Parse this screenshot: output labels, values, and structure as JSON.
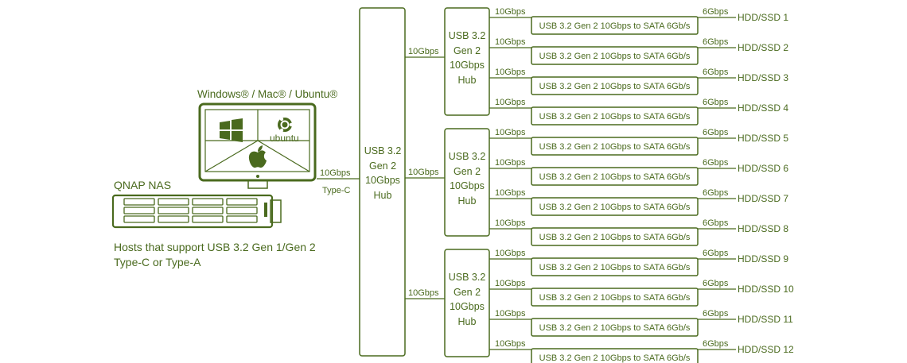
{
  "host": {
    "os_label": "Windows® / Mac® / Ubuntu®",
    "ubuntu_text": "ubuntu",
    "nas_label": "QNAP NAS",
    "support_line1": "Hosts that support USB 3.2 Gen 1/Gen 2",
    "support_line2": "Type-C or Type-A",
    "link_speed": "10Gbps",
    "link_type": "Type-C"
  },
  "main_hub": {
    "line1": "USB 3.2",
    "line2": "Gen 2",
    "line3": "10Gbps",
    "line4": "Hub"
  },
  "sub_hubs": [
    {
      "link_speed": "10Gbps",
      "line1": "USB 3.2",
      "line2": "Gen 2",
      "line3": "10Gbps",
      "line4": "Hub"
    },
    {
      "link_speed": "10Gbps",
      "line1": "USB 3.2",
      "line2": "Gen 2",
      "line3": "10Gbps",
      "line4": "Hub"
    },
    {
      "link_speed": "10Gbps",
      "line1": "USB 3.2",
      "line2": "Gen 2",
      "line3": "10Gbps",
      "line4": "Hub"
    }
  ],
  "adapters": [
    {
      "in_speed": "10Gbps",
      "label": "USB 3.2 Gen 2 10Gbps to SATA 6Gb/s",
      "out_speed": "6Gbps",
      "drive": "HDD/SSD 1"
    },
    {
      "in_speed": "10Gbps",
      "label": "USB 3.2 Gen 2 10Gbps to SATA 6Gb/s",
      "out_speed": "6Gbps",
      "drive": "HDD/SSD 2"
    },
    {
      "in_speed": "10Gbps",
      "label": "USB 3.2 Gen 2 10Gbps to SATA 6Gb/s",
      "out_speed": "6Gbps",
      "drive": "HDD/SSD 3"
    },
    {
      "in_speed": "10Gbps",
      "label": "USB 3.2 Gen 2 10Gbps to SATA 6Gb/s",
      "out_speed": "6Gbps",
      "drive": "HDD/SSD 4"
    },
    {
      "in_speed": "10Gbps",
      "label": "USB 3.2 Gen 2 10Gbps to SATA 6Gb/s",
      "out_speed": "6Gbps",
      "drive": "HDD/SSD 5"
    },
    {
      "in_speed": "10Gbps",
      "label": "USB 3.2 Gen 2 10Gbps to SATA 6Gb/s",
      "out_speed": "6Gbps",
      "drive": "HDD/SSD 6"
    },
    {
      "in_speed": "10Gbps",
      "label": "USB 3.2 Gen 2 10Gbps to SATA 6Gb/s",
      "out_speed": "6Gbps",
      "drive": "HDD/SSD 7"
    },
    {
      "in_speed": "10Gbps",
      "label": "USB 3.2 Gen 2 10Gbps to SATA 6Gb/s",
      "out_speed": "6Gbps",
      "drive": "HDD/SSD 8"
    },
    {
      "in_speed": "10Gbps",
      "label": "USB 3.2 Gen 2 10Gbps to SATA 6Gb/s",
      "out_speed": "6Gbps",
      "drive": "HDD/SSD 9"
    },
    {
      "in_speed": "10Gbps",
      "label": "USB 3.2 Gen 2 10Gbps to SATA 6Gb/s",
      "out_speed": "6Gbps",
      "drive": "HDD/SSD 10"
    },
    {
      "in_speed": "10Gbps",
      "label": "USB 3.2 Gen 2 10Gbps to SATA 6Gb/s",
      "out_speed": "6Gbps",
      "drive": "HDD/SSD 11"
    },
    {
      "in_speed": "10Gbps",
      "label": "USB 3.2 Gen 2 10Gbps to SATA 6Gb/s",
      "out_speed": "6Gbps",
      "drive": "HDD/SSD 12"
    }
  ],
  "colors": {
    "line": "#4a6a1e"
  }
}
